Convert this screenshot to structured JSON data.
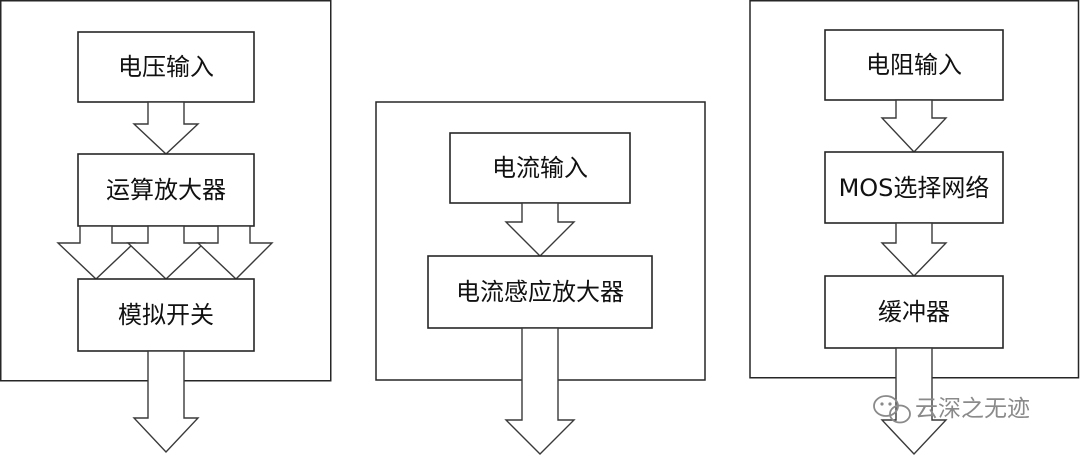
{
  "panels": {
    "voltage": {
      "input_label": "电压输入",
      "amplifier_label": "运算放大器",
      "switch_label": "模拟开关"
    },
    "current": {
      "input_label": "电流输入",
      "amplifier_label": "电流感应放大器"
    },
    "resistance": {
      "input_label": "电阻输入",
      "network_label": "MOS选择网络",
      "buffer_label": "缓冲器"
    }
  },
  "watermark": {
    "text": "云深之无迹",
    "icon": "wechat-icon"
  },
  "colors": {
    "stroke": "#262626",
    "background": "#ffffff",
    "watermark": "#8a8a8a"
  }
}
